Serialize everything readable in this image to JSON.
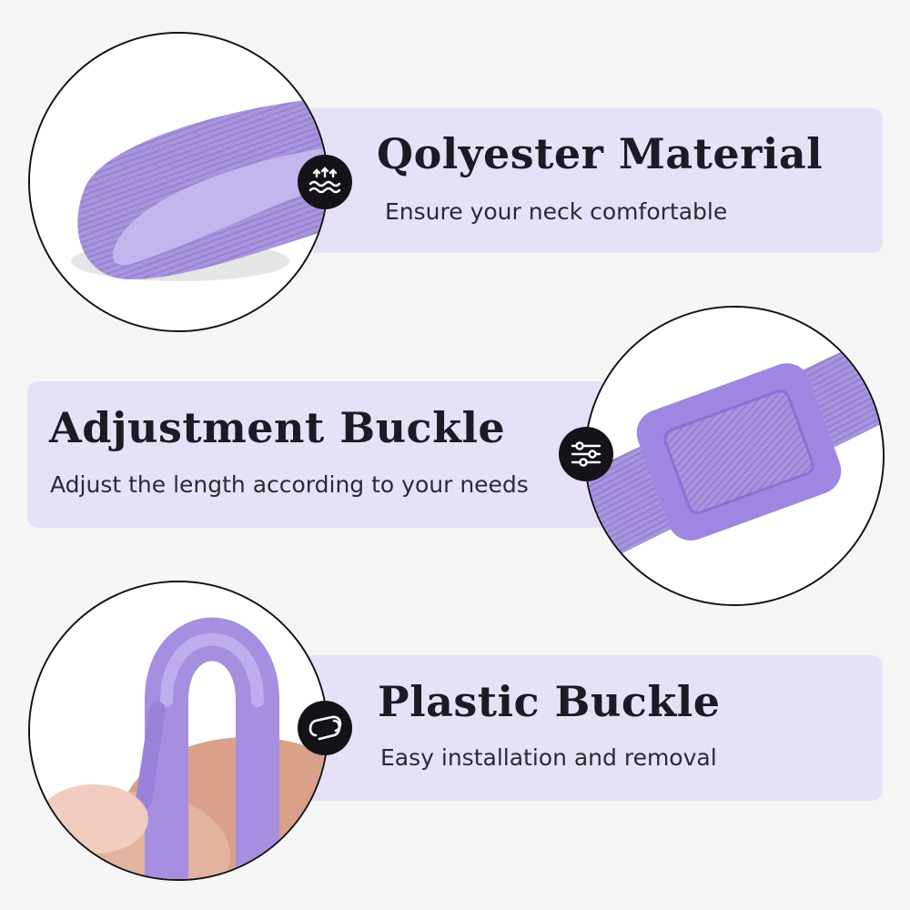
{
  "features": [
    {
      "title": "Qolyester Material",
      "subtitle": "Ensure your neck comfortable",
      "icon": "waves-arrows-icon"
    },
    {
      "title": "Adjustment Buckle",
      "subtitle": "Adjust the length according to your needs",
      "icon": "sliders-icon"
    },
    {
      "title": "Plastic Buckle",
      "subtitle": "Easy  installation and removal",
      "icon": "hook-link-icon"
    }
  ],
  "colors": {
    "background": "#f6f6f6",
    "band": "#e7e1f8",
    "strap": "#a896dc",
    "badge": "#151318"
  }
}
